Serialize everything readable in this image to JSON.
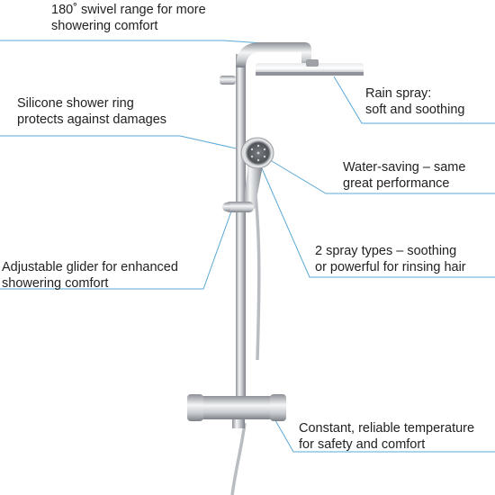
{
  "callouts": [
    {
      "id": "swivel",
      "lines": [
        "180˚ swivel range for more",
        "showering comfort"
      ]
    },
    {
      "id": "rain",
      "lines": [
        "Rain spray:",
        "soft and soothing"
      ]
    },
    {
      "id": "ring",
      "lines": [
        "Silicone shower ring",
        "protects against damages"
      ]
    },
    {
      "id": "water",
      "lines": [
        "Water-saving – same",
        "great performance"
      ]
    },
    {
      "id": "glider",
      "lines": [
        "Adjustable glider for enhanced",
        "showering comfort"
      ]
    },
    {
      "id": "spray",
      "lines": [
        "2 spray types – soothing",
        "or powerful for rinsing hair"
      ]
    },
    {
      "id": "thermo",
      "lines": [
        "Constant, reliable temperature",
        "for safety and comfort"
      ]
    }
  ],
  "colors": {
    "leader_line": "#5aa9d6",
    "chrome_dark": "#8c9096",
    "chrome_light": "#f4f5f6",
    "shower_head_face": "#6b6f74"
  }
}
